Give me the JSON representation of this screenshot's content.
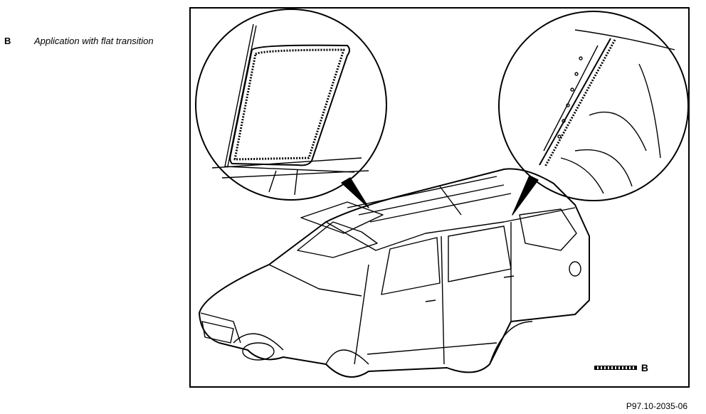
{
  "section": {
    "ref_letter": "B",
    "caption": "Application with flat transition"
  },
  "figure": {
    "legend_letter": "B",
    "figure_id": "P97.10-2035-06"
  }
}
